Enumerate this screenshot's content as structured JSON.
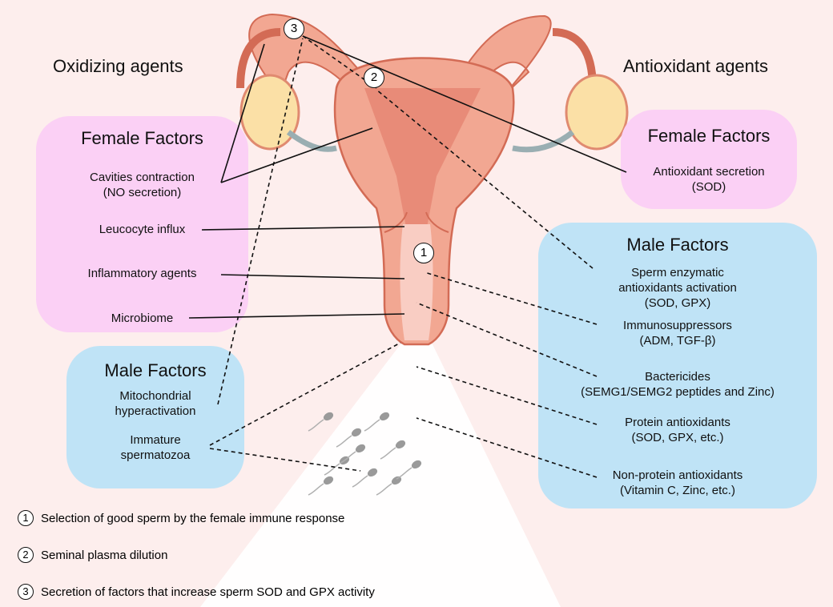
{
  "headings": {
    "left": "Oxidizing agents",
    "right": "Antioxidant agents"
  },
  "female_left": {
    "title": "Female Factors",
    "items": [
      "Cavities contraction",
      "(NO secretion)",
      "Leucocyte influx",
      "Inflammatory agents",
      "Microbiome"
    ]
  },
  "male_left": {
    "title": "Male Factors",
    "items": [
      "Mitochondrial",
      "hyperactivation",
      "Immature",
      "spermatozoa"
    ]
  },
  "female_right": {
    "title": "Female Factors",
    "items": [
      "Antioxidant secretion",
      "(SOD)"
    ]
  },
  "male_right": {
    "title": "Male Factors",
    "items": [
      "Sperm enzymatic",
      "antioxidants activation",
      "(SOD, GPX)",
      "Immunosuppressors",
      "(ADM, TGF-β)",
      "Bactericides",
      "(SEMG1/SEMG2 peptides and Zinc)",
      "Protein antioxidants",
      "(SOD, GPX, etc.)",
      "Non-protein antioxidants",
      "(Vitamin C, Zinc, etc.)"
    ]
  },
  "markers": [
    "1",
    "2",
    "3"
  ],
  "legend": [
    {
      "num": "1",
      "text": "Selection of good sperm by the female immune response"
    },
    {
      "num": "2",
      "text": "Seminal plasma dilution"
    },
    {
      "num": "3",
      "text": "Secretion of factors that increase sperm SOD and GPX activity"
    }
  ],
  "colors": {
    "background": "#fdeeed",
    "female_box": "#fbd0f5",
    "male_box": "#bfe3f6",
    "uterus_outer": "#f2a792",
    "uterus_inner": "#e88b78",
    "ovary": "#fbe0a6"
  }
}
